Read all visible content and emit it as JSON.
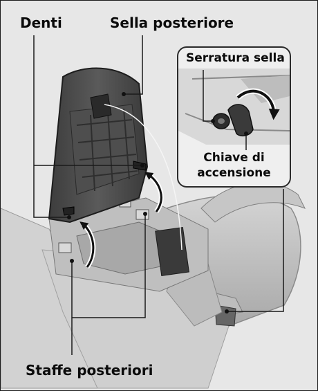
{
  "labels": {
    "teeth": "Denti",
    "rear_seat": "Sella posteriore",
    "rear_brackets": "Staffe posteriori",
    "seat_lock": "Serratura sella",
    "ignition_key_line1": "Chiave di",
    "ignition_key_line2": "accensione"
  },
  "colors": {
    "background": "#e7e7e7",
    "inset_background": "#efefef",
    "leader_line": "#1a1a1a",
    "motion_arrow": "#111111"
  }
}
